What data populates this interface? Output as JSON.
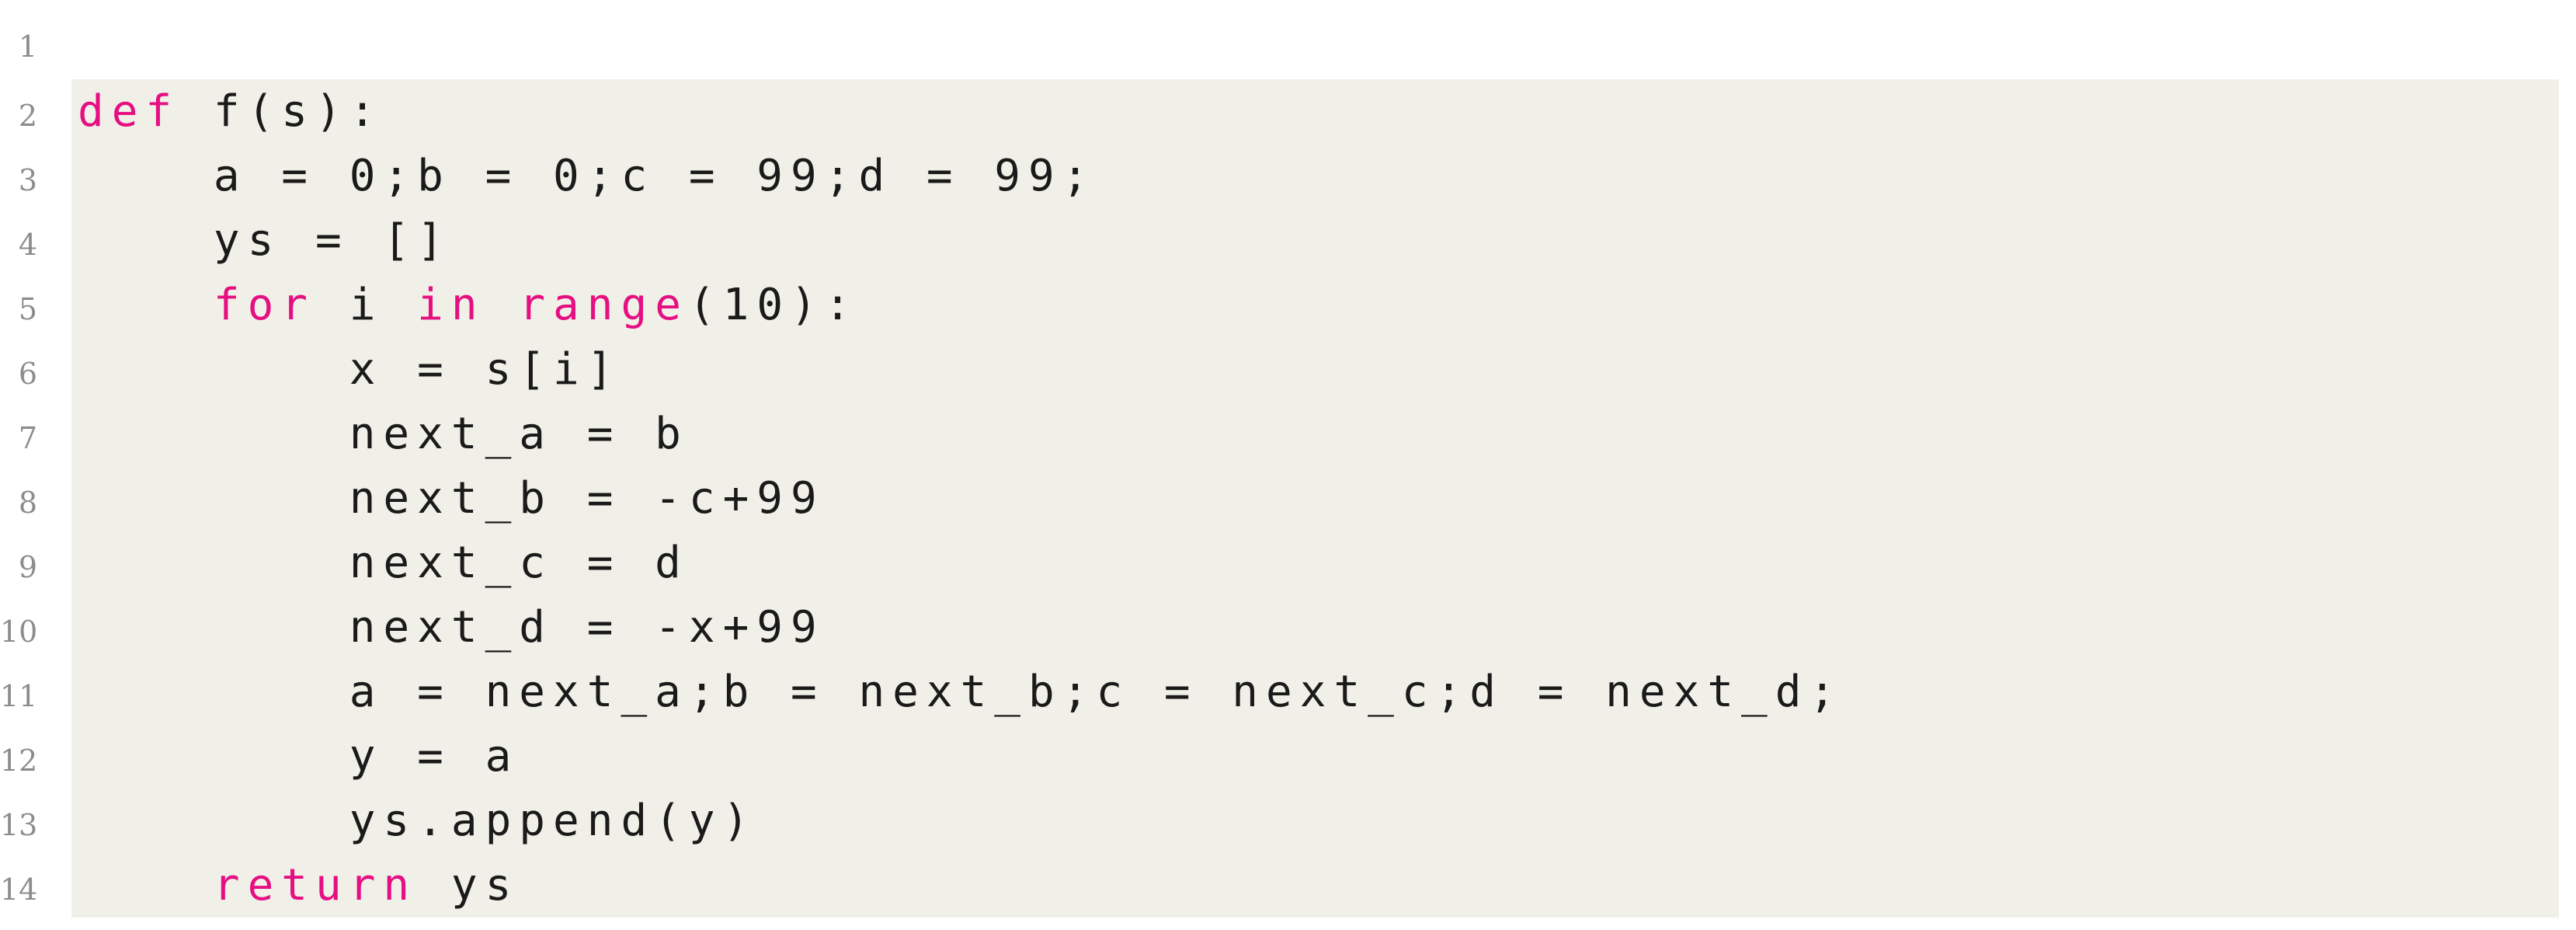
{
  "page": {
    "background": "#ffffff",
    "kind": "code-listing"
  },
  "panel": {
    "background_color": "#f1f0e8",
    "text_color": "#1a1a1a",
    "keyword_color": "#e60f82",
    "line_number_color": "#8c8c8c"
  },
  "code": {
    "language": "python",
    "lines": [
      {
        "number": "1",
        "segments": []
      },
      {
        "number": "2",
        "segments": [
          {
            "t": "def",
            "k": true
          },
          {
            "t": " f(s):",
            "k": false
          }
        ]
      },
      {
        "number": "3",
        "segments": [
          {
            "t": "    a = 0;b = 0;c = 99;d = 99;",
            "k": false
          }
        ]
      },
      {
        "number": "4",
        "segments": [
          {
            "t": "    ys = []",
            "k": false
          }
        ]
      },
      {
        "number": "5",
        "segments": [
          {
            "t": "    ",
            "k": false
          },
          {
            "t": "for",
            "k": true
          },
          {
            "t": " i ",
            "k": false
          },
          {
            "t": "in",
            "k": true
          },
          {
            "t": " ",
            "k": false
          },
          {
            "t": "range",
            "k": true
          },
          {
            "t": "(10):",
            "k": false
          }
        ]
      },
      {
        "number": "6",
        "segments": [
          {
            "t": "        x = s[i]",
            "k": false
          }
        ]
      },
      {
        "number": "7",
        "segments": [
          {
            "t": "        next_a = b",
            "k": false
          }
        ]
      },
      {
        "number": "8",
        "segments": [
          {
            "t": "        next_b = -c+99",
            "k": false
          }
        ]
      },
      {
        "number": "9",
        "segments": [
          {
            "t": "        next_c = d",
            "k": false
          }
        ]
      },
      {
        "number": "10",
        "segments": [
          {
            "t": "        next_d = -x+99",
            "k": false
          }
        ]
      },
      {
        "number": "11",
        "segments": [
          {
            "t": "        a = next_a;b = next_b;c = next_c;d = next_d;",
            "k": false
          }
        ]
      },
      {
        "number": "12",
        "segments": [
          {
            "t": "        y = a",
            "k": false
          }
        ]
      },
      {
        "number": "13",
        "segments": [
          {
            "t": "        ys.append(y)",
            "k": false
          }
        ]
      },
      {
        "number": "14",
        "segments": [
          {
            "t": "    ",
            "k": false
          },
          {
            "t": "return",
            "k": true
          },
          {
            "t": " ys",
            "k": false
          }
        ]
      }
    ]
  }
}
